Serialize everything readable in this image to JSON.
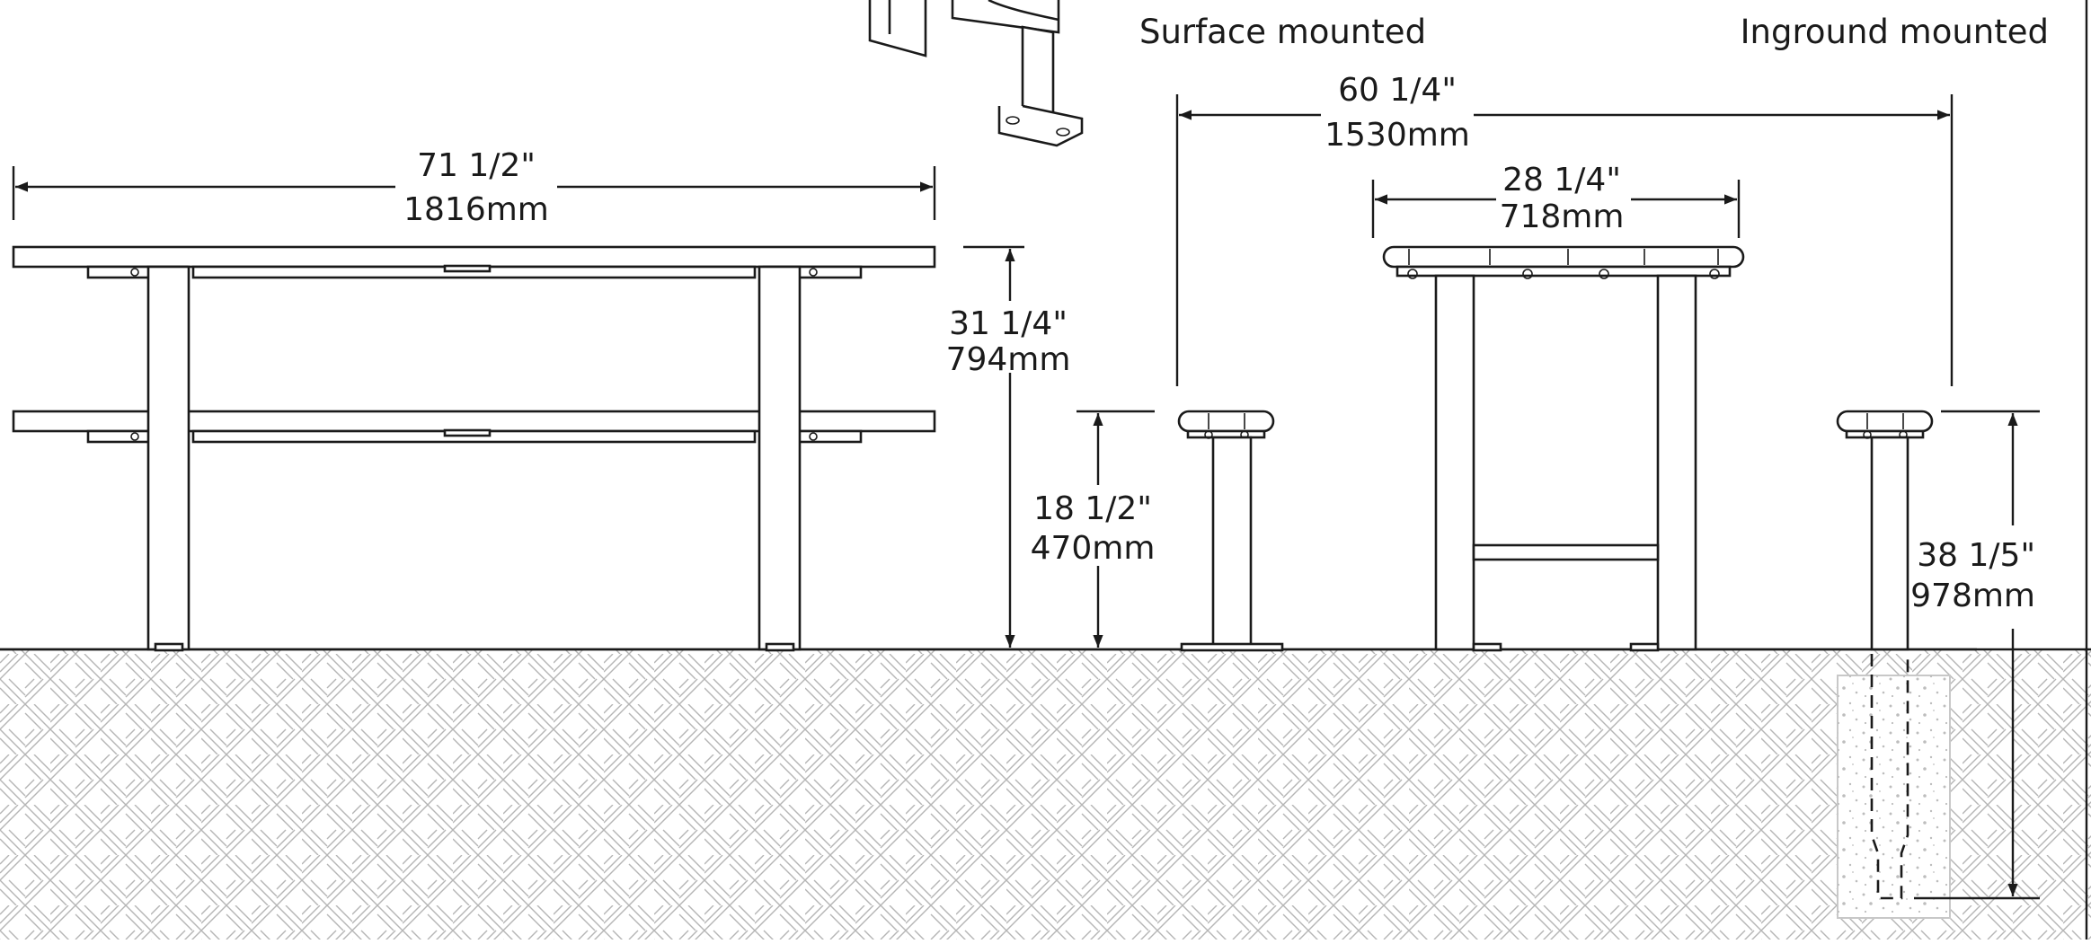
{
  "labels": {
    "surface_mounted": "Surface mounted",
    "inground_mounted": "Inground mounted"
  },
  "dimensions": {
    "table_length_in": "71 1/2\"",
    "table_length_mm": "1816mm",
    "table_height_in": "31 1/4\"",
    "table_height_mm": "794mm",
    "seat_height_in": "18 1/2\"",
    "seat_height_mm": "470mm",
    "overall_width_in": "60 1/4\"",
    "overall_width_mm": "1530mm",
    "top_width_in": "28 1/4\"",
    "top_width_mm": "718mm",
    "inground_depth_in": "38 1/5\"",
    "inground_depth_mm": "978mm"
  },
  "colors": {
    "ink": "#1a1a1a",
    "paper": "#ffffff",
    "ground_hatch": "#b5b5b5",
    "concrete": "#c8c8c8"
  }
}
